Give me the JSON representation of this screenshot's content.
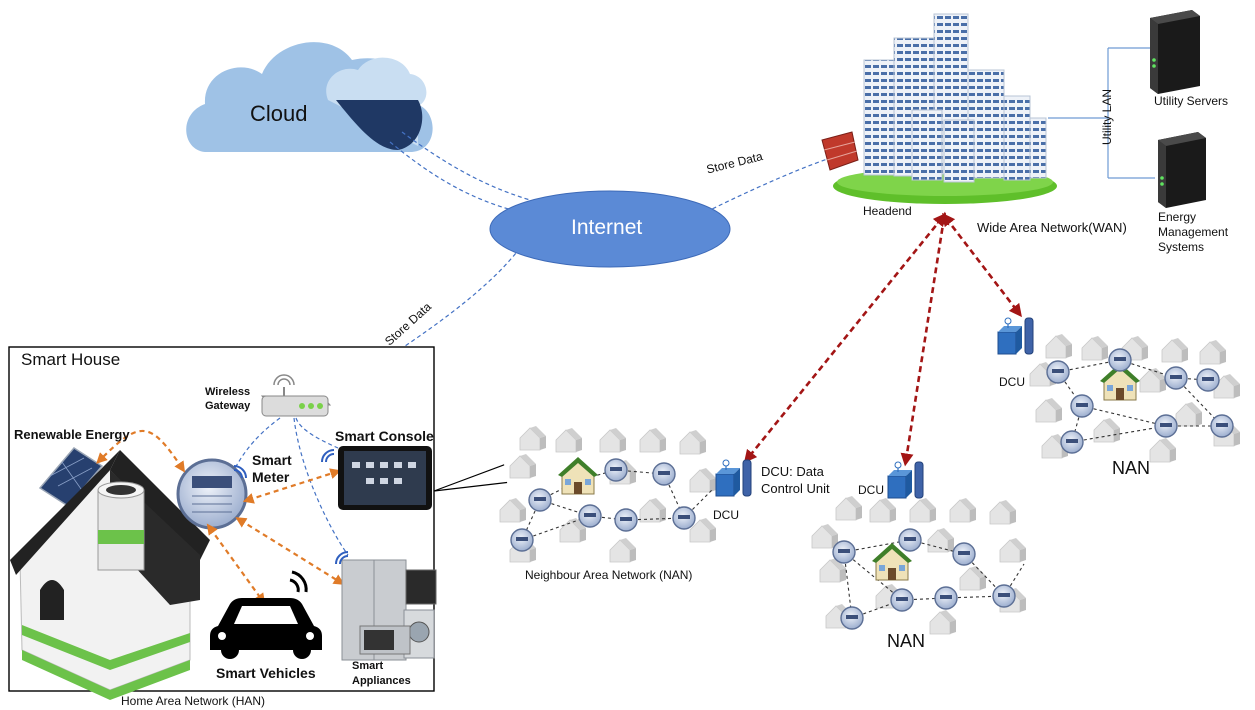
{
  "labels": {
    "cloud": "Cloud",
    "internet": "Internet",
    "store_data_top": "Store Data",
    "store_data_house": "Store Data",
    "headend": "Headend",
    "utility_lan": "Utility LAN",
    "utility_servers": "Utility Servers",
    "energy_management": [
      "Energy",
      "Management",
      "Systems"
    ],
    "wan": "Wide Area Network(WAN)",
    "smart_house": "Smart House",
    "wireless_gateway": [
      "Wireless",
      "Gateway"
    ],
    "renewable_energy": "Renewable Energy",
    "smart_meter": [
      "Smart",
      "Meter"
    ],
    "smart_console": "Smart Console",
    "smart_vehicles": "Smart Vehicles",
    "smart_appliances": [
      "Smart",
      "Appliances"
    ],
    "han": "Home Area Network (HAN)",
    "nan_left": "Neighbour Area Network (NAN)",
    "dcu_left": "DCU",
    "dcu_desc": [
      "DCU: Data",
      "Control Unit"
    ],
    "dcu_middle": "DCU",
    "dcu_right": "DCU",
    "nan_middle": "NAN",
    "nan_right": "NAN"
  },
  "colors": {
    "cloud_light": "#9fc2e6",
    "cloud_dark": "#1f3864",
    "internet": "#5b8ad6",
    "dashed_blue": "#4472c4",
    "dashed_red": "#a31515",
    "dashed_orange": "#e07b28",
    "grass": "#5fbf2a",
    "meter": "#8fa3c8",
    "dcu": "#2f6fbf",
    "house_green": "#6cc24a"
  }
}
